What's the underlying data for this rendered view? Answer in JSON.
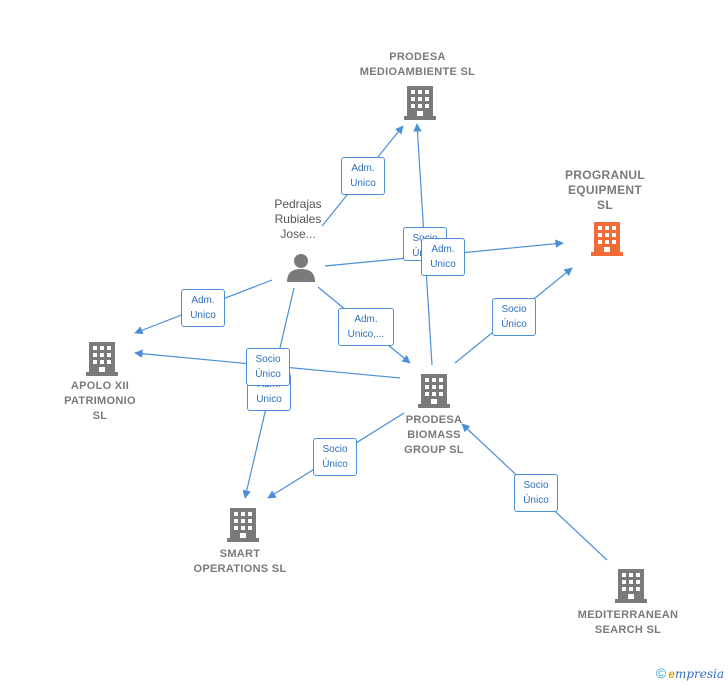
{
  "colors": {
    "edge": "#4a8fd8",
    "company": "#7a7a7a",
    "highlight": "#f26a35",
    "person": "#7a7a7a"
  },
  "nodes": {
    "prodesa_medioambiente": {
      "label_1": "PRODESA",
      "label_2": "MEDIOAMBIENTE SL",
      "icon": "building-icon"
    },
    "progranul": {
      "label_1": "PROGRANUL",
      "label_2": "EQUIPMENT",
      "label_3": "SL",
      "icon": "building-icon"
    },
    "person": {
      "label_1": "Pedrajas",
      "label_2": "Rubiales",
      "label_3": "Jose...",
      "icon": "person-icon"
    },
    "apolo": {
      "label_1": "APOLO XII",
      "label_2": "PATRIMONIO",
      "label_3": "SL",
      "icon": "building-icon"
    },
    "biomass": {
      "label_1": "PRODESA",
      "label_2": "BIOMASS",
      "label_3": "GROUP  SL",
      "icon": "building-icon"
    },
    "smart": {
      "label_1": "SMART",
      "label_2": "OPERATIONS SL",
      "icon": "building-icon"
    },
    "mediterranean": {
      "label_1": "MEDITERRANEAN",
      "label_2": "SEARCH SL",
      "icon": "building-icon"
    }
  },
  "edge_labels": {
    "person_medioambiente": {
      "line_1": "Adm.",
      "line_2": "Unico"
    },
    "person_apolo": {
      "line_1": "Adm.",
      "line_2": "Unico"
    },
    "person_biomass": {
      "line_1": "Adm.",
      "line_2": "Unico,..."
    },
    "person_progranul_a": {
      "line_1": "Socio",
      "line_2": "Único"
    },
    "person_progranul_b": {
      "line_1": "Adm.",
      "line_2": "Unico"
    },
    "biomass_progranul": {
      "line_1": "Socio",
      "line_2": "Único"
    },
    "biomass_apolo": {
      "line_1": "Socio",
      "line_2": "Único"
    },
    "person_smart": {
      "line_1": "Adm.",
      "line_2": "Unico"
    },
    "biomass_smart": {
      "line_1": "Socio",
      "line_2": "Único"
    },
    "mediterranean_biomass": {
      "line_1": "Socio",
      "line_2": "Único"
    }
  },
  "footer": {
    "copyright": "©",
    "brand_e": "e",
    "brand_rest": "mpresia"
  }
}
